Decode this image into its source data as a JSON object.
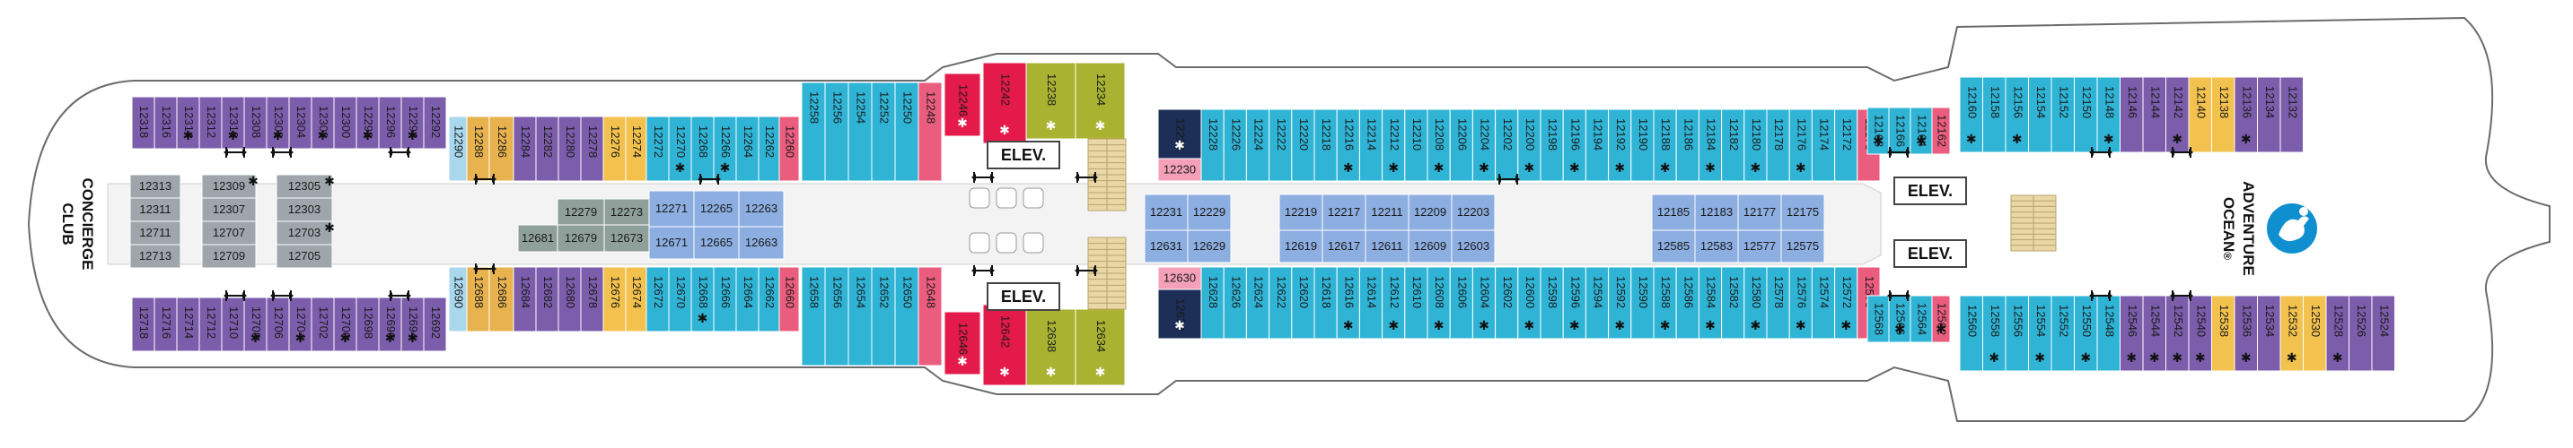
{
  "labels": {
    "concierge": "CONCIERGE",
    "club": "CLUB",
    "adventure": "ADVENTURE",
    "ocean": "OCEAN",
    "registered": "®",
    "elevator": "ELEV.",
    "star": "✱"
  },
  "colors": {
    "purple": "#7b5dab",
    "yellow": "#f2c14e",
    "light_blue": "#a9d8ee",
    "tan": "#e8b34e",
    "teal": "#2fb4d6",
    "pink": "#ea5d7e",
    "red": "#e41a4a",
    "olive": "#aab231",
    "navy": "#1d2f57",
    "periwinkle": "#8caee0",
    "gray": "#9ea6ab",
    "gray_green": "#8fa09b",
    "light_pink": "#f3a0b8",
    "adventure_blue": "#0f8fd0"
  },
  "cabins": {
    "top_fwd_purple": [
      "12318",
      "12316",
      "12314",
      "12312",
      "12310",
      "12308",
      "12306",
      "12304",
      "12302",
      "12300",
      "12298",
      "12296",
      "12294",
      "12292"
    ],
    "top_row": [
      "12290",
      "12288",
      "12286",
      "12284",
      "12282",
      "12280",
      "12278",
      "12276",
      "12274",
      "12272",
      "12270",
      "12268",
      "12266",
      "12264",
      "12262",
      "12260"
    ],
    "top_mid_teal": [
      "12258",
      "12256",
      "12254",
      "12252",
      "12250",
      "12248"
    ],
    "top_tall": [
      "12246",
      "12242",
      "12238",
      "12234"
    ],
    "top_aft": [
      "12232",
      "12228",
      "12226",
      "12224",
      "12222",
      "12220",
      "12218",
      "12216",
      "12214",
      "12212",
      "12210",
      "12208",
      "12206",
      "12204",
      "12202",
      "12200",
      "12198",
      "12196",
      "12194",
      "12192",
      "12190",
      "12188",
      "12186",
      "12184",
      "12182",
      "12180",
      "12178",
      "12176",
      "12174",
      "12172",
      "12170"
    ],
    "top_stern_small": [
      "12168",
      "12166",
      "12164",
      "12162"
    ],
    "top_stern": [
      "12160",
      "12158",
      "12156",
      "12154",
      "12152",
      "12150",
      "12148",
      "12146",
      "12144",
      "12142",
      "12140",
      "12138",
      "12136",
      "12134",
      "12132"
    ],
    "bot_fwd_purple": [
      "12718",
      "12716",
      "12714",
      "12712",
      "12710",
      "12708",
      "12706",
      "12704",
      "12702",
      "12700",
      "12698",
      "12696",
      "12694",
      "12692"
    ],
    "bot_row": [
      "12690",
      "12688",
      "12686",
      "12684",
      "12682",
      "12680",
      "12678",
      "12676",
      "12674",
      "12672",
      "12670",
      "12668",
      "12666",
      "12664",
      "12662",
      "12660"
    ],
    "bot_mid_teal": [
      "12658",
      "12656",
      "12654",
      "12652",
      "12650",
      "12648"
    ],
    "bot_tall": [
      "12646",
      "12642",
      "12638",
      "12634"
    ],
    "bot_aft": [
      "12632",
      "12628",
      "12626",
      "12624",
      "12622",
      "12620",
      "12618",
      "12616",
      "12614",
      "12612",
      "12610",
      "12608",
      "12606",
      "12604",
      "12602",
      "12600",
      "12598",
      "12596",
      "12594",
      "12592",
      "12590",
      "12588",
      "12586",
      "12584",
      "12582",
      "12580",
      "12578",
      "12576",
      "12574",
      "12572",
      "12570"
    ],
    "bot_stern_small": [
      "12568",
      "12566",
      "12564",
      "12562"
    ],
    "bot_stern": [
      "12560",
      "12558",
      "12556",
      "12554",
      "12552",
      "12550",
      "12548",
      "12546",
      "12544",
      "12542",
      "12540",
      "12538",
      "12536",
      "12534",
      "12532",
      "12530",
      "12528",
      "12526",
      "12524"
    ],
    "small_12230": "12230",
    "small_12630": "12630",
    "inner_left_1": [
      "12313",
      "12311",
      "12711",
      "12713"
    ],
    "inner_left_2": [
      "12309",
      "12307",
      "12707",
      "12709"
    ],
    "inner_left_3": [
      "12305",
      "12303",
      "12703",
      "12705"
    ],
    "inner_mid_a": [
      "12681",
      "12279",
      "12679"
    ],
    "inner_mid_b": [
      "12273",
      "12673"
    ],
    "inner_mid_top": [
      "12271",
      "12265",
      "12263"
    ],
    "inner_mid_bot": [
      "12671",
      "12665",
      "12663"
    ],
    "inner_aft1_top": [
      "12231",
      "12229"
    ],
    "inner_aft1_bot": [
      "12631",
      "12629"
    ],
    "inner_aft2_top": [
      "12219",
      "12217",
      "12211",
      "12209",
      "12203"
    ],
    "inner_aft2_bot": [
      "12619",
      "12617",
      "12611",
      "12609",
      "12603"
    ],
    "inner_aft3_top": [
      "12185",
      "12183",
      "12177",
      "12175"
    ],
    "inner_aft3_bot": [
      "12585",
      "12583",
      "12577",
      "12575"
    ]
  }
}
